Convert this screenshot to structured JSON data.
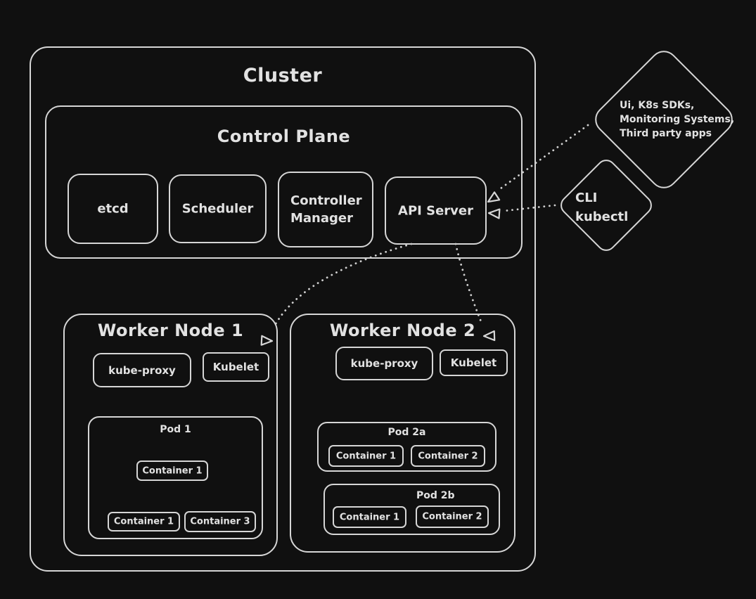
{
  "colors": {
    "background": "#101010",
    "stroke": "#d6d6d6",
    "text": "#e2e2e2"
  },
  "cluster": {
    "title": "Cluster"
  },
  "control_plane": {
    "title": "Control Plane",
    "etcd_label": "etcd",
    "scheduler_label": "Scheduler",
    "controller_manager_label": "Controller Manager",
    "api_server_label": "API Server"
  },
  "worker_node_1": {
    "title": "Worker Node 1",
    "kube_proxy_label": "kube-proxy",
    "kubelet_label": "Kubelet",
    "pod_1": {
      "title": "Pod 1",
      "container_middle": "Container 1",
      "container_bottom_left": "Container 1",
      "container_bottom_right": "Container 3"
    }
  },
  "worker_node_2": {
    "title": "Worker Node 2",
    "kube_proxy_label": "kube-proxy",
    "kubelet_label": "Kubelet",
    "pod_2a": {
      "title": "Pod 2a",
      "container_1": "Container 1",
      "container_2": "Container 2"
    },
    "pod_2b": {
      "title": "Pod 2b",
      "container_1": "Container 1",
      "container_2": "Container 2"
    }
  },
  "external_clients": {
    "apps_diamond": {
      "line1": "Ui, K8s SDKs,",
      "line2": "Monitoring Systems,",
      "line3": "Third party apps"
    },
    "cli_diamond": {
      "line1": "CLI",
      "line2": "kubectl"
    }
  }
}
